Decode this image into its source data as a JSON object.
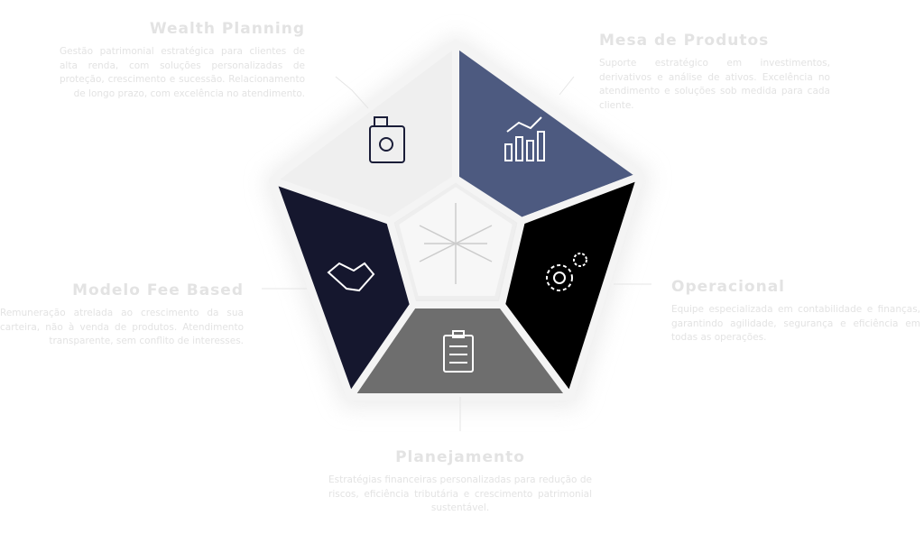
{
  "segments": [
    {
      "title": "Wealth Planning",
      "text": "Gestão patrimonial estratégica para clientes de alta renda, com soluções personalizadas de proteção, crescimento e sucessão. Relacionamento de longo prazo, com excelência no atendimento.",
      "color": "#efefef",
      "icon": "safe-icon"
    },
    {
      "title": "Mesa de Produtos",
      "text": "Suporte estratégico em investimentos, derivativos e análise de ativos. Excelência no atendimento e soluções sob medida para cada cliente.",
      "color": "#4d5a80",
      "icon": "chart-icon"
    },
    {
      "title": "Operacional",
      "text": "Equipe especializada em contabilidade e finanças, garantindo agilidade, segurança e eficiência em todas as operações.",
      "color": "#000000",
      "icon": "gears-icon"
    },
    {
      "title": "Planejamento",
      "text": "Estratégias financeiras personalizadas para redução de riscos, eficiência tributária e crescimento patrimonial sustentável.",
      "color": "#6e6e6e",
      "icon": "clipboard-icon"
    },
    {
      "title": "Modelo Fee Based",
      "text": "Remuneração atrelada ao crescimento da sua carteira, não à venda de produtos. Atendimento transparente, sem conflito de interesses.",
      "color": "#15172e",
      "icon": "handshake-icon"
    }
  ]
}
